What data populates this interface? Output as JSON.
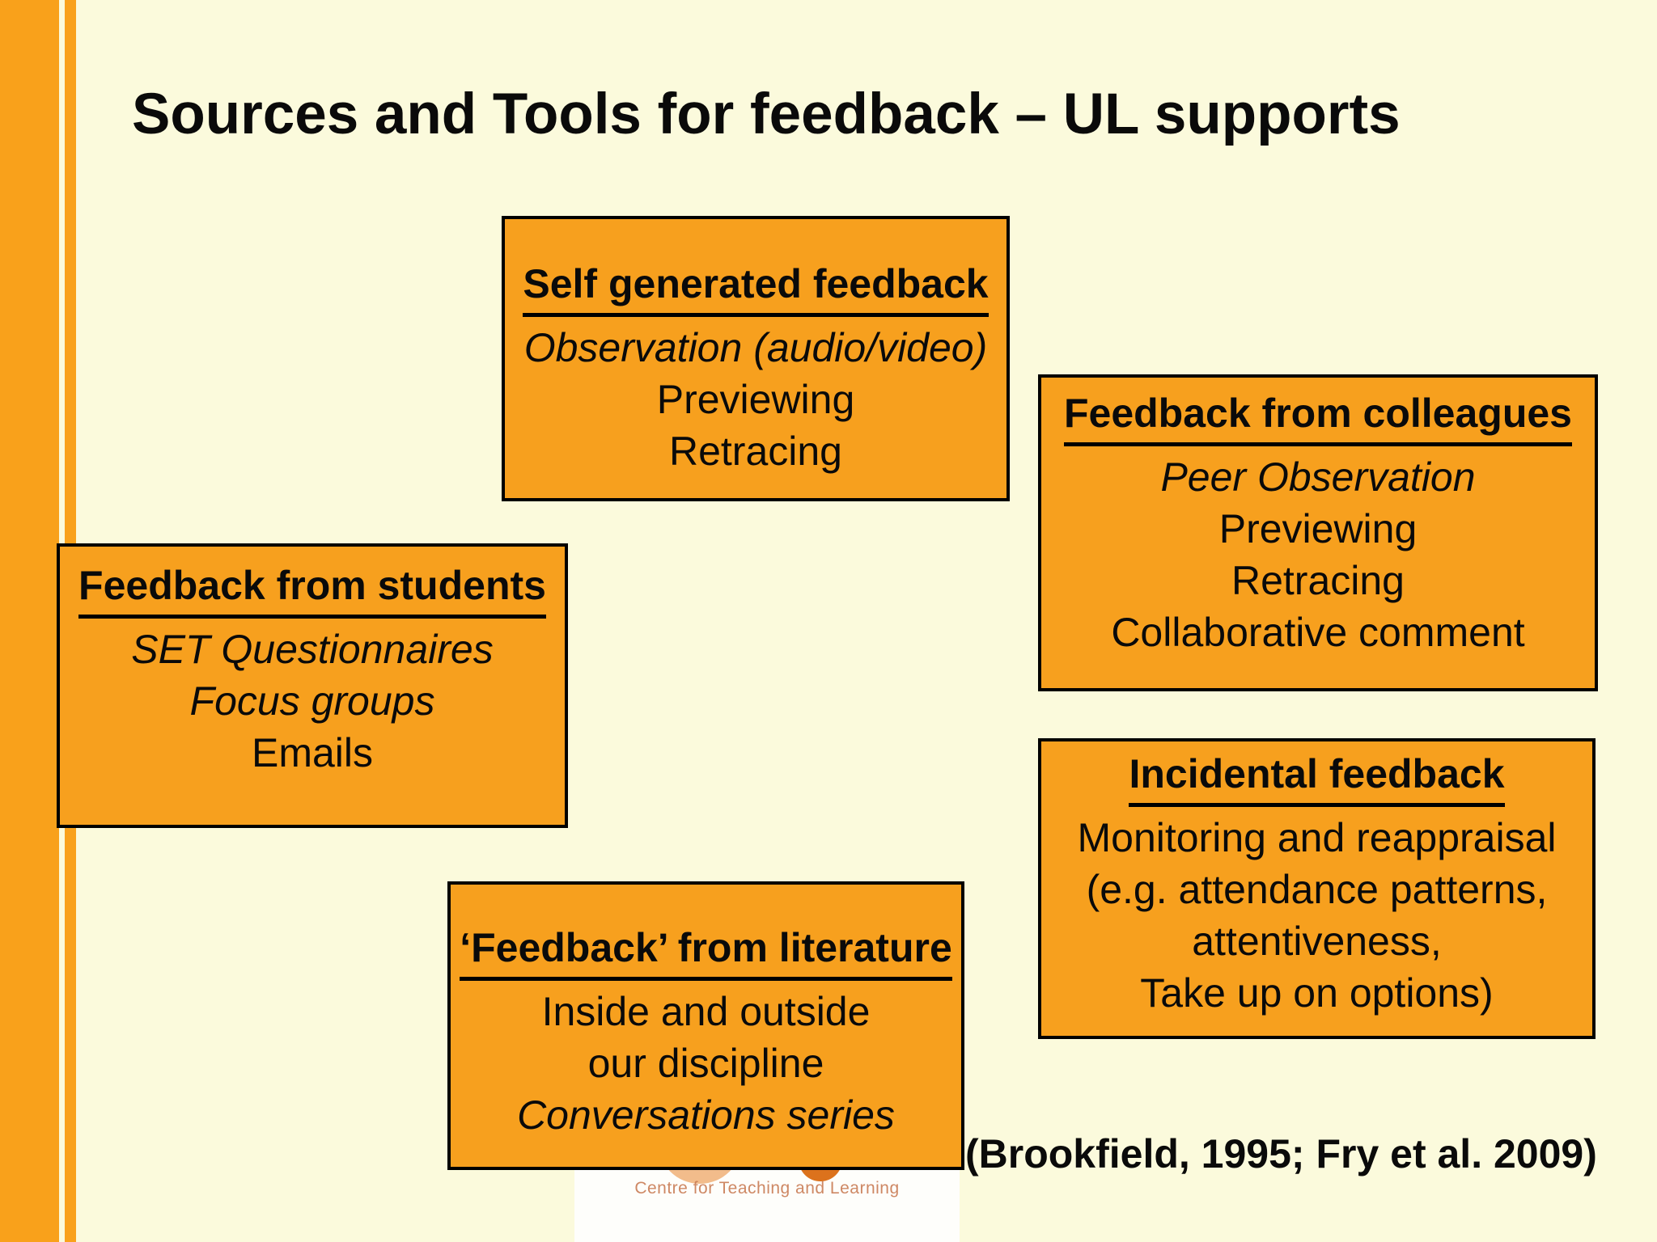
{
  "slide": {
    "title": "Sources and Tools for feedback – UL supports",
    "citation": "(Brookfield, 1995; Fry et al. 2009)"
  },
  "boxes": [
    {
      "id": "self-generated-feedback",
      "heading": "Self generated feedback",
      "lines": [
        "Observation (audio/video)",
        "Previewing",
        "Retracing"
      ]
    },
    {
      "id": "feedback-from-colleagues",
      "heading": "Feedback from colleagues",
      "lines": [
        "Peer Observation",
        "Previewing",
        "Retracing",
        "Collaborative comment"
      ]
    },
    {
      "id": "feedback-from-students",
      "heading": "Feedback from students",
      "lines": [
        "SET Questionnaires",
        "Focus groups",
        "Emails"
      ]
    },
    {
      "id": "feedback-from-literature",
      "heading": "‘Feedback’ from literature",
      "lines": [
        "Inside and outside",
        "our discipline",
        "Conversations series"
      ]
    },
    {
      "id": "incidental-feedback",
      "heading": "Incidental feedback",
      "lines": [
        "Monitoring and reappraisal",
        "(e.g. attendance patterns,",
        "attentiveness,",
        "Take up on options)"
      ]
    }
  ],
  "logo": {
    "caption": "Centre for Teaching and Learning"
  },
  "colors": {
    "background": "#FBFADC",
    "accent_orange": "#F9A11B",
    "box_orange": "#F7A01E",
    "border_black": "#000000",
    "logo_text_orange": "#C97C54",
    "logo_circle_light": "#F2BC8B",
    "logo_circle_dark": "#DC721C"
  }
}
